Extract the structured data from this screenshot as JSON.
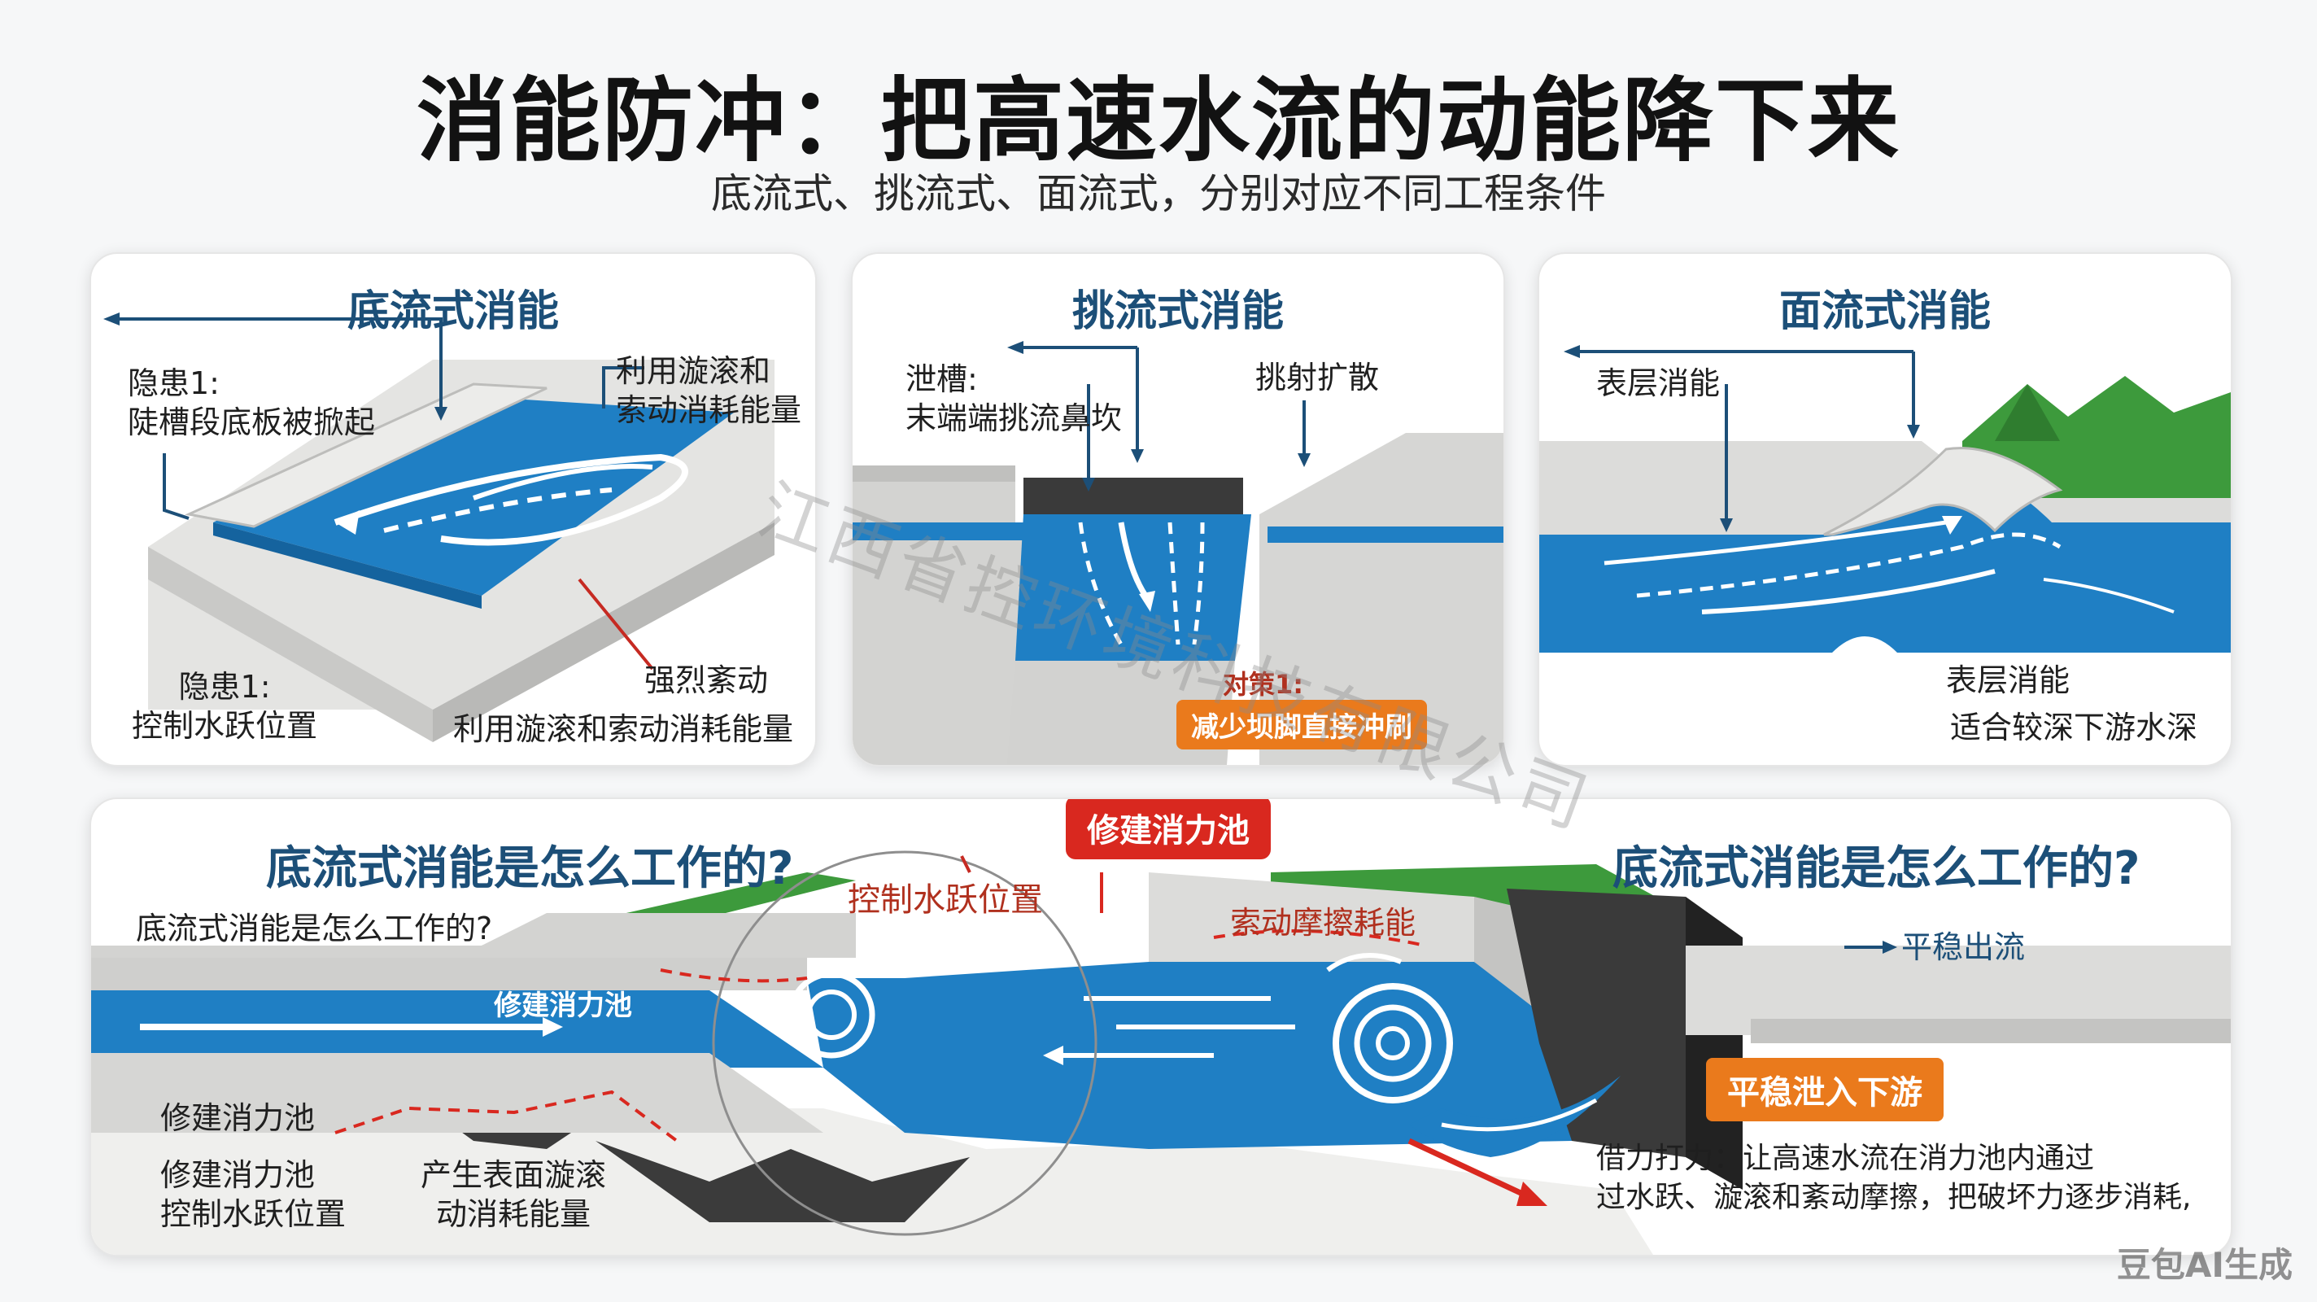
{
  "header": {
    "title": "消能防冲：把高速水流的动能降下来",
    "subtitle": "底流式、挑流式、面流式，分别对应不同工程条件"
  },
  "panel1": {
    "title": "底流式消能",
    "risk_top": "隐患1:\n陡槽段底板被掀起",
    "top_right": "利用漩滚和\n索动消耗能量",
    "strong": "强烈紊动",
    "risk_bottom": "隐患1:\n控制水跃位置",
    "bottom_right": "利用漩滚和索动消耗能量"
  },
  "panel2": {
    "title": "挑流式消能",
    "chute": "泄槽:\n末端端挑流鼻坎",
    "spread": "挑射扩散",
    "measure": "对策1:",
    "tag": "减少坝脚直接冲刷"
  },
  "panel3": {
    "title": "面流式消能",
    "surface_top": "表层消能",
    "surface_bottom": "表层消能",
    "deep": "适合较深下游水深"
  },
  "bottom": {
    "q_left": "底流式消能是怎么工作的?",
    "q_right": "底流式消能是怎么工作的?",
    "q_small": "底流式消能是怎么工作的?",
    "flow_label": "修建消力池",
    "build_pool_tag": "修建消力池",
    "control_jump": "控制水跃位置",
    "friction": "索动摩擦耗能",
    "smooth_out": "平稳出流",
    "smooth_tag": "平稳泄入下游",
    "left_label1": "修建消力池",
    "left_label2": "修建消力池\n控制水跃位置",
    "mid_label": "产生表面漩滚\n动消耗能量",
    "explain": "借力打力：让高速水流在消力池内通过\n过水跃、漩滚和紊动摩擦，把破坏力逐步消耗,"
  },
  "watermark": "江西省控环境科技有限公司",
  "ai_mark": "豆包AI生成",
  "colors": {
    "water": "#1f7fc4",
    "water_dark": "#15639e",
    "concrete": "#d6d6d4",
    "title_blue": "#1c4f78",
    "orange": "#ea7a1c",
    "red": "#d9281f",
    "grass": "#3d9a3c"
  }
}
